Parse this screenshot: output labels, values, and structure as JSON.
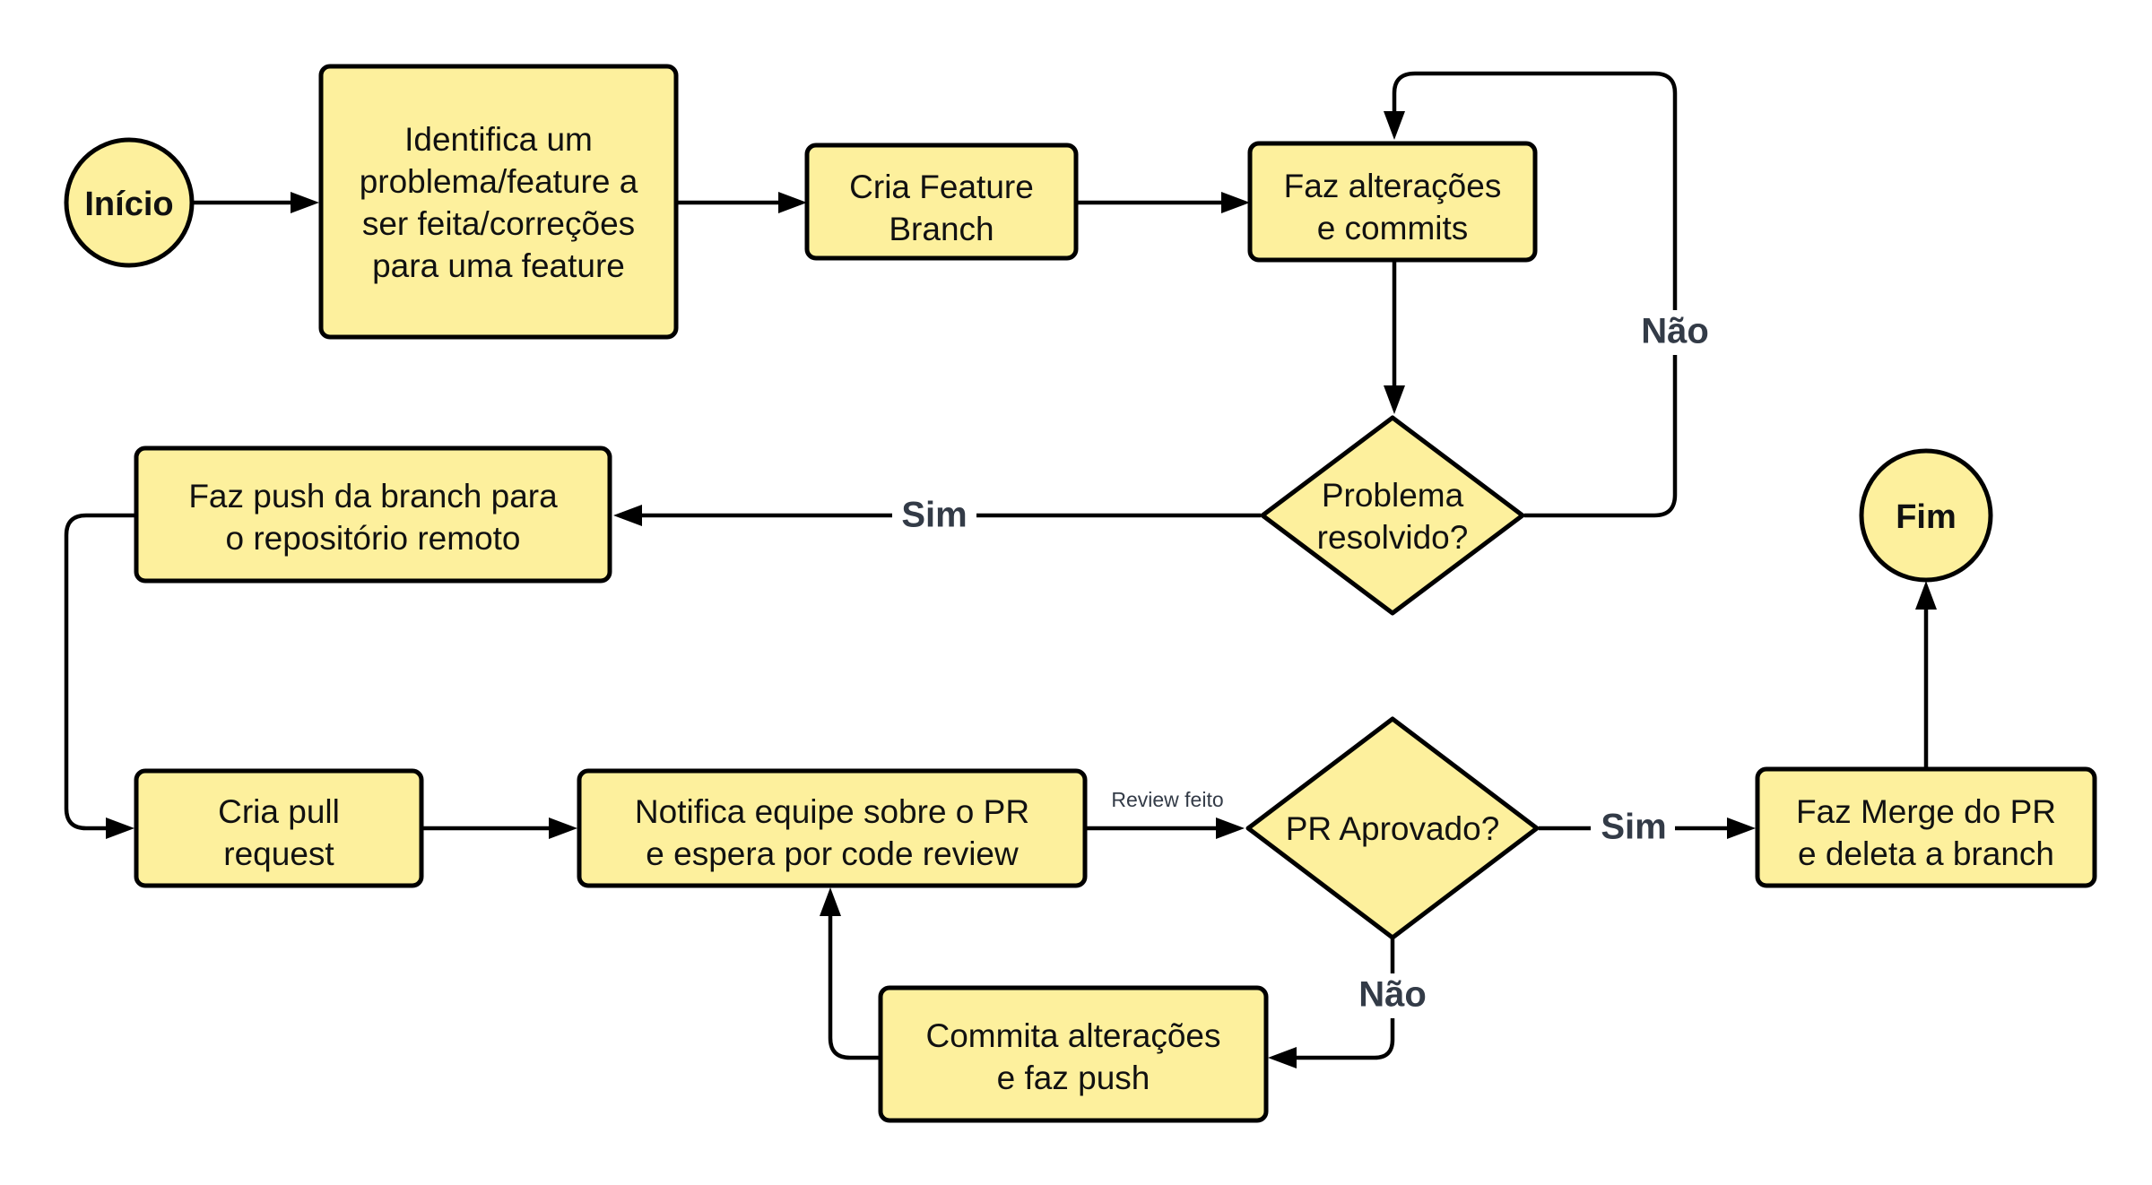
{
  "colors": {
    "node_fill": "#fdf09d",
    "node_stroke": "#000000",
    "edge": "#000000",
    "edge_label": "#333b47"
  },
  "nodes": {
    "inicio": {
      "label": "Início"
    },
    "identifica": {
      "lines": [
        "Identifica um",
        "problema/feature a",
        "ser feita/correções",
        "para uma feature"
      ]
    },
    "cria_branch": {
      "lines": [
        "Cria Feature",
        "Branch"
      ]
    },
    "faz_alteracoes": {
      "lines": [
        "Faz alterações",
        "e commits"
      ]
    },
    "problema_resolvido": {
      "lines": [
        "Problema",
        "resolvido?"
      ]
    },
    "faz_push": {
      "lines": [
        "Faz push da branch para",
        "o repositório remoto"
      ]
    },
    "cria_pull": {
      "lines": [
        "Cria pull",
        "request"
      ]
    },
    "notifica": {
      "lines": [
        "Notifica equipe sobre o PR",
        "e espera por code review"
      ]
    },
    "pr_aprovado": {
      "label": "PR Aprovado?"
    },
    "faz_merge": {
      "lines": [
        "Faz Merge do PR",
        "e deleta a branch"
      ]
    },
    "commita": {
      "lines": [
        "Commita alterações",
        "e faz push"
      ]
    },
    "fim": {
      "label": "Fim"
    }
  },
  "edges": {
    "nao_problema": "Não",
    "sim_problema": "Sim",
    "review_feito": "Review feito",
    "sim_pr": "Sim",
    "nao_pr": "Não"
  }
}
